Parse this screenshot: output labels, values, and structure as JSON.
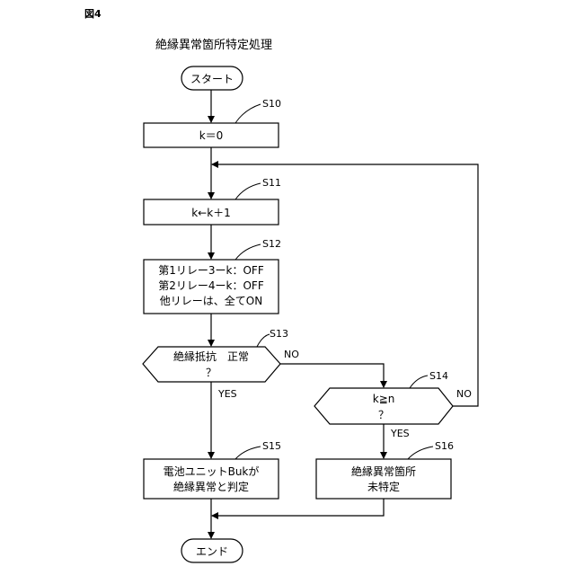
{
  "figure_label": "図4",
  "title": "絶縁異常箇所特定処理",
  "nodes": {
    "start": {
      "lines": [
        "スタート"
      ]
    },
    "s10": {
      "step": "S10",
      "lines": [
        "k＝0"
      ]
    },
    "s11": {
      "step": "S11",
      "lines": [
        "k←k＋1"
      ]
    },
    "s12": {
      "step": "S12",
      "lines": [
        "第1リレー3ーk：OFF",
        "第2リレー4ーk：OFF",
        "他リレーは、全てON"
      ]
    },
    "s13": {
      "step": "S13",
      "lines": [
        "絶縁抵抗　正常",
        "？"
      ]
    },
    "s14": {
      "step": "S14",
      "lines": [
        "k≧n",
        "？"
      ]
    },
    "s15": {
      "step": "S15",
      "lines": [
        "電池ユニットBukが",
        "絶縁異常と判定"
      ]
    },
    "s16": {
      "step": "S16",
      "lines": [
        "絶縁異常箇所",
        "未特定"
      ]
    },
    "end": {
      "lines": [
        "エンド"
      ]
    }
  },
  "branch_labels": {
    "s13_no": "NO",
    "s13_yes": "YES",
    "s14_no": "NO",
    "s14_yes": "YES"
  }
}
